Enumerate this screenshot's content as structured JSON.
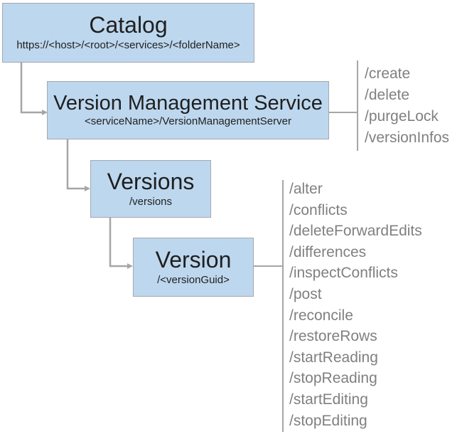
{
  "diagram": {
    "nodes": {
      "catalog": {
        "title": "Catalog",
        "subtitle": "https://<host>/<root>/<services>/<folderName>"
      },
      "service": {
        "title": "Version Management Service",
        "subtitle": "<serviceName>/VersionManagementServer",
        "operations": [
          "/create",
          "/delete",
          "/purgeLock",
          "/versionInfos"
        ]
      },
      "versions": {
        "title": "Versions",
        "subtitle": "/versions"
      },
      "version": {
        "title": "Version",
        "subtitle": "/<versionGuid>",
        "operations": [
          "/alter",
          "/conflicts",
          "/deleteForwardEdits",
          "/differences",
          "/inspectConflicts",
          "/post",
          "/reconcile",
          "/restoreRows",
          "/startReading",
          "/stopReading",
          "/startEditing",
          "/stopEditing"
        ]
      }
    },
    "colors": {
      "node_fill": "#bdd7ee",
      "node_border": "#a3a9ae",
      "connector": "#a6a6a6",
      "operations_text": "#808080",
      "title_text": "#1f1f1f"
    }
  }
}
